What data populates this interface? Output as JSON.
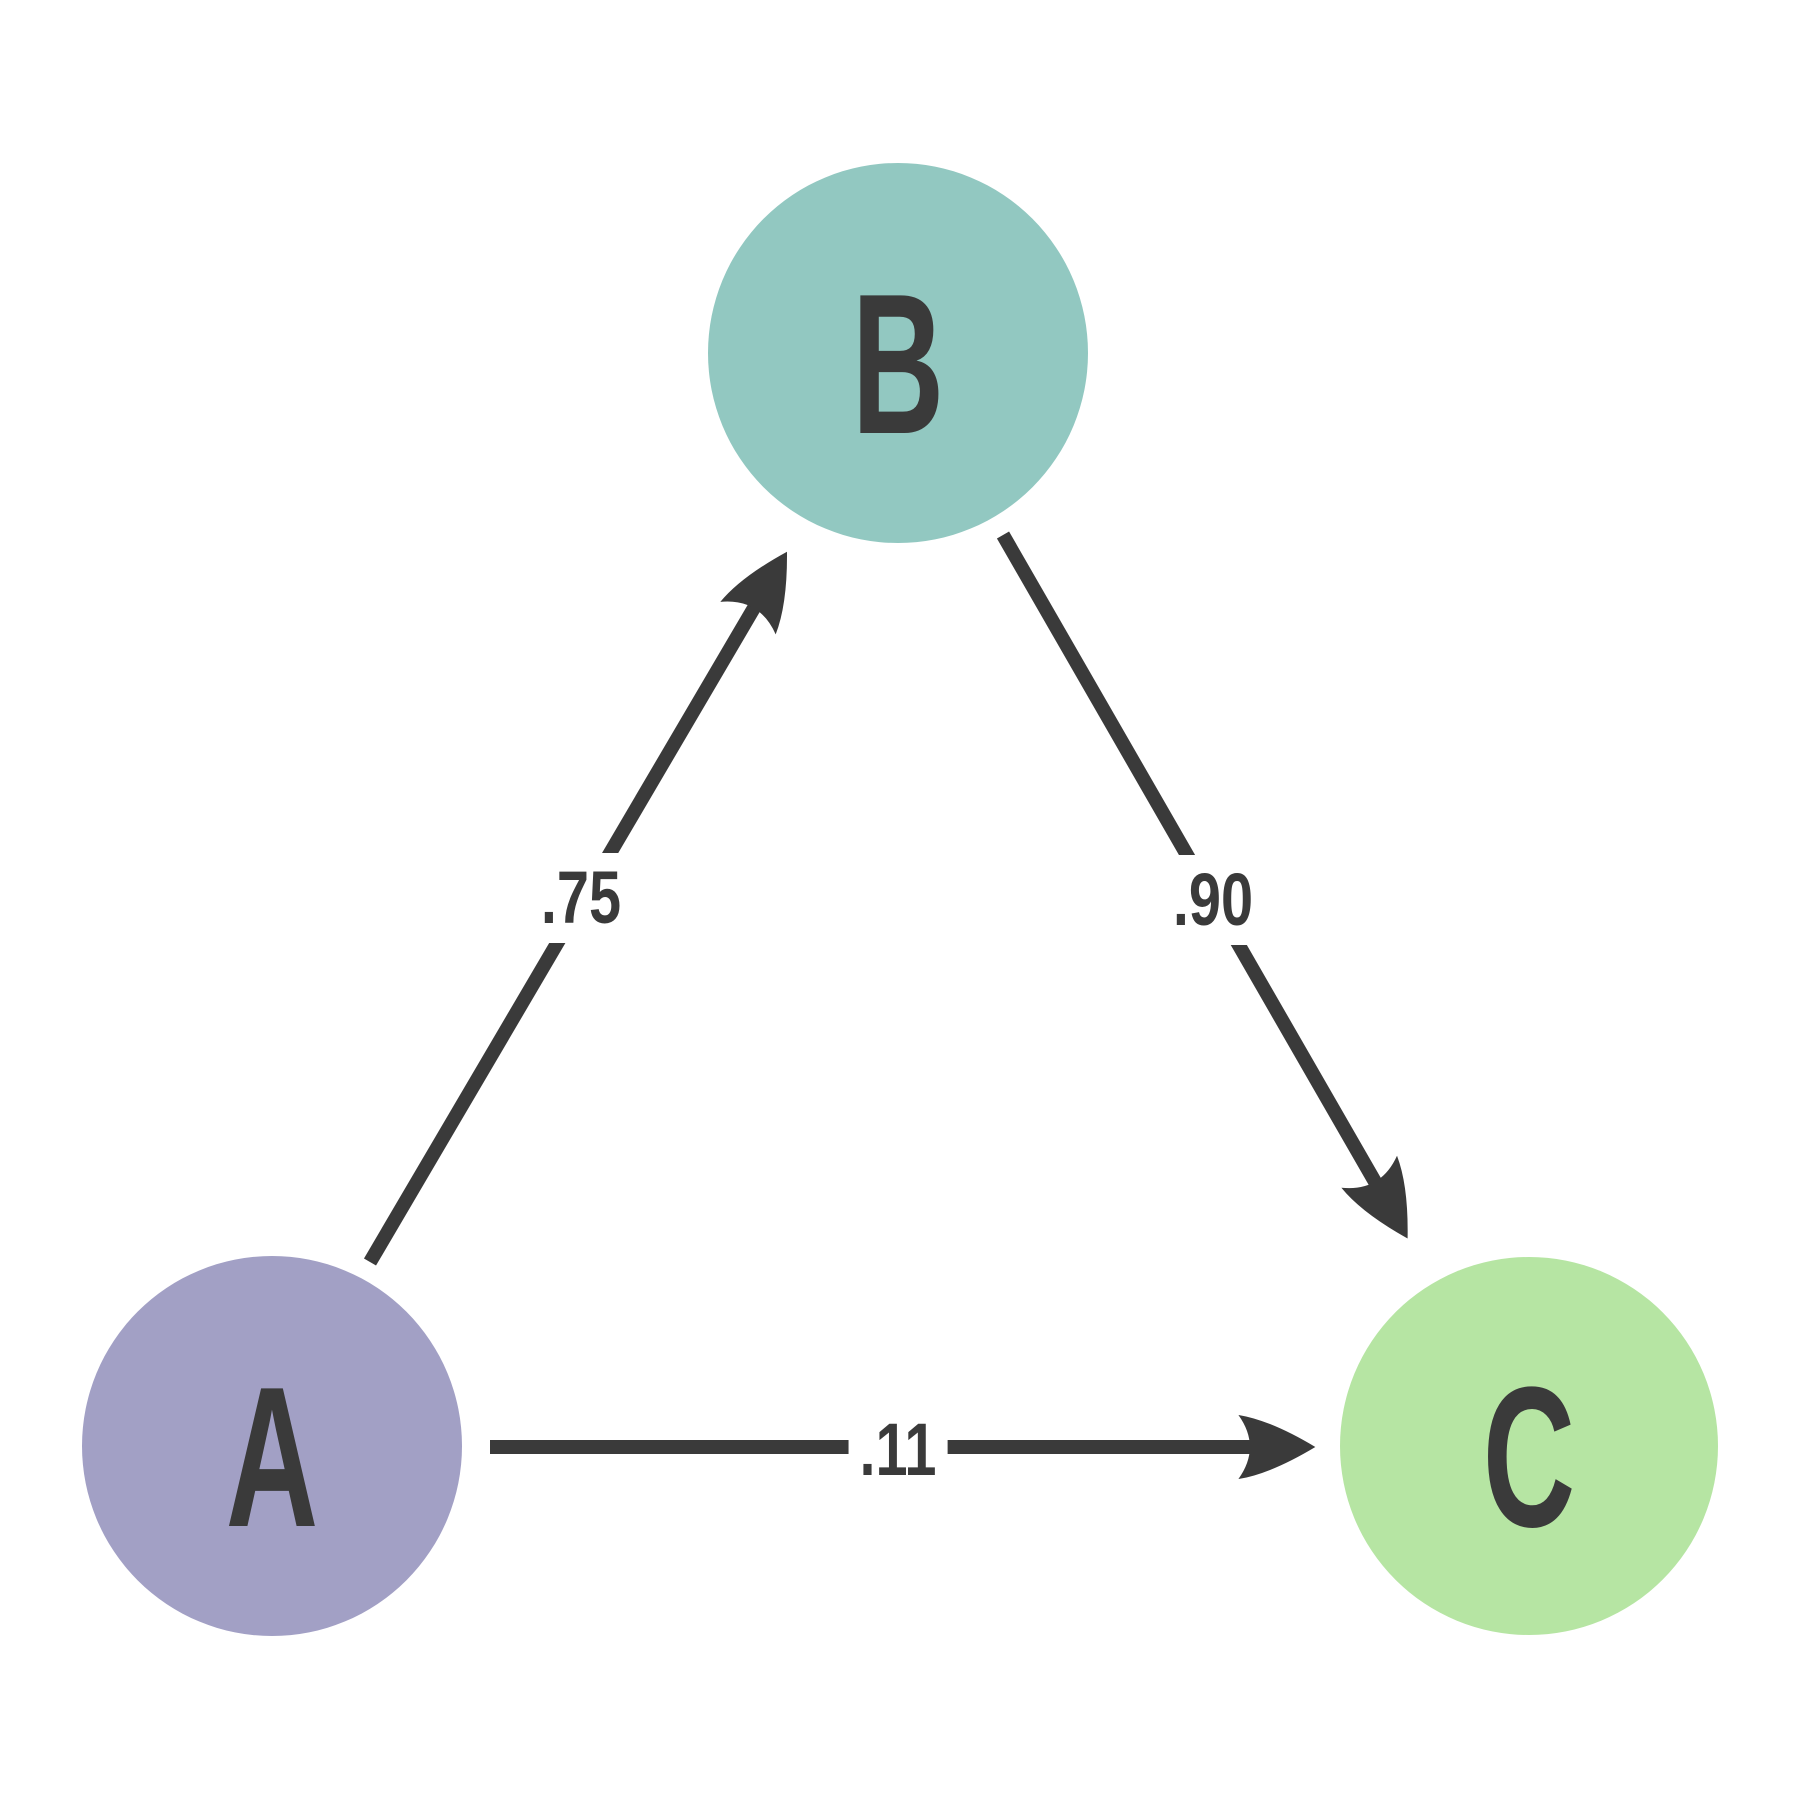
{
  "diagram": {
    "background": "#ffffff",
    "stroke_color": "#3a3a3a",
    "text_color": "#3a3a3a",
    "nodes": [
      {
        "id": "A",
        "label": "A",
        "color": "#a2a0c5"
      },
      {
        "id": "B",
        "label": "B",
        "color": "#92c8c1"
      },
      {
        "id": "C",
        "label": "C",
        "color": "#b6e5a3"
      }
    ],
    "edges": [
      {
        "from": "A",
        "to": "B",
        "label": ".75"
      },
      {
        "from": "B",
        "to": "C",
        "label": ".90"
      },
      {
        "from": "A",
        "to": "C",
        "label": ".11"
      }
    ]
  }
}
